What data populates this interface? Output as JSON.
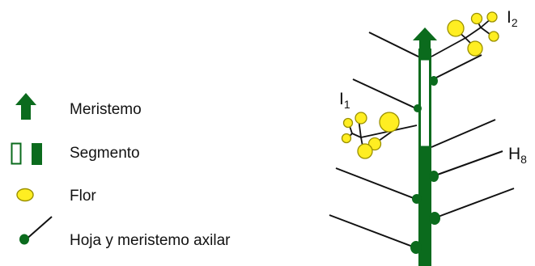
{
  "legend": {
    "items": [
      {
        "icon": "arrow-up-icon",
        "label": "Meristemo"
      },
      {
        "icon": "segment-icon",
        "label": "Segmento"
      },
      {
        "icon": "flower-icon",
        "label": "Flor"
      },
      {
        "icon": "leaf-meristem-icon",
        "label": "Hoja y meristemo axilar"
      }
    ]
  },
  "labels": {
    "i2_main": "I",
    "i2_sub": "2",
    "i1_main": "I",
    "i1_sub": "1",
    "h8_main": "H",
    "h8_sub": "8"
  },
  "colors": {
    "stem_green": "#0b6b1d",
    "flower_yellow": "#ffee22",
    "flower_outline": "#9a9000",
    "line": "#111111"
  }
}
